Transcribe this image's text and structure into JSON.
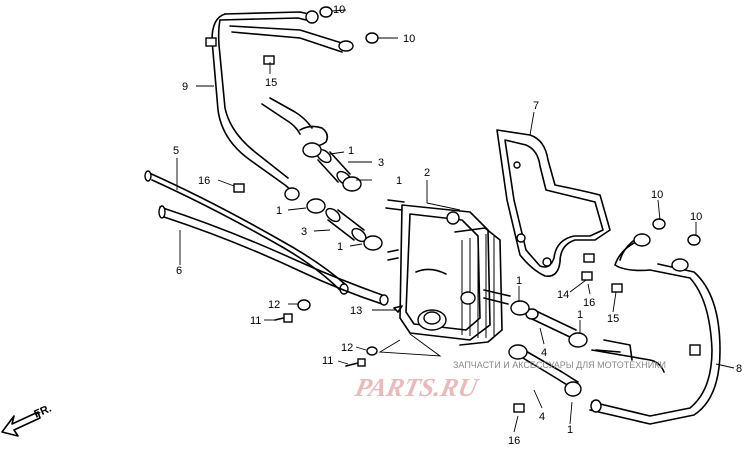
{
  "callouts": {
    "c10a": "10",
    "c10b": "10",
    "c15a": "15",
    "c9": "9",
    "c7": "7",
    "c1a": "1",
    "c3a": "3",
    "c1b": "1",
    "c5": "5",
    "c16a": "16",
    "c2": "2",
    "c1c": "1",
    "c3b": "3",
    "c1d": "1",
    "c6": "6",
    "c10c": "10",
    "c10d": "10",
    "c1e": "1",
    "c14": "14",
    "c16b": "16",
    "c15b": "15",
    "c12a": "12",
    "c11a": "11",
    "c13": "13",
    "c1f": "1",
    "c4a": "4",
    "c12b": "12",
    "c11b": "11",
    "c8": "8",
    "c4b": "4",
    "c1g": "1",
    "c16c": "16"
  },
  "direction_label": "FR.",
  "watermark": {
    "text": "ЗАПЧАСТИ И АКСЕССУАРЫ ДЛЯ МОТОТЕХНИКИ",
    "logo": "PARTS.RU"
  }
}
